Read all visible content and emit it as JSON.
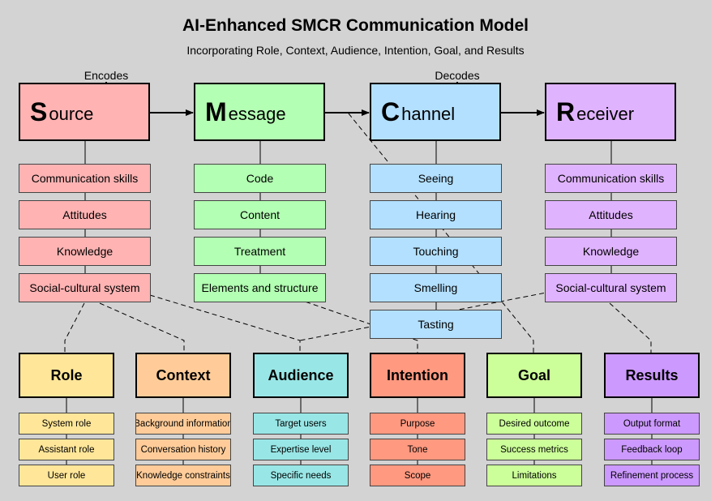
{
  "title": "AI-Enhanced SMCR Communication Model",
  "subtitle": "Incorporating Role, Context, Audience, Intention, Goal, and Results",
  "labels": {
    "encodes": "Encodes",
    "decodes": "Decodes"
  },
  "smcr": [
    {
      "initial": "S",
      "rest": "ource",
      "color": "#ffb3b3",
      "items": [
        "Communication skills",
        "Attitudes",
        "Knowledge",
        "Social-cultural system"
      ]
    },
    {
      "initial": "M",
      "rest": "essage",
      "color": "#b3ffb3",
      "items": [
        "Code",
        "Content",
        "Treatment",
        "Elements and structure"
      ]
    },
    {
      "initial": "C",
      "rest": "hannel",
      "color": "#b3e0ff",
      "items": [
        "Seeing",
        "Hearing",
        "Touching",
        "Smelling",
        "Tasting"
      ]
    },
    {
      "initial": "R",
      "rest": "eceiver",
      "color": "#e0b3ff",
      "items": [
        "Communication skills",
        "Attitudes",
        "Knowledge",
        "Social-cultural system"
      ]
    }
  ],
  "categories": [
    {
      "name": "Role",
      "color": "#ffe699",
      "items": [
        "System role",
        "Assistant role",
        "User role"
      ]
    },
    {
      "name": "Context",
      "color": "#ffcc99",
      "items": [
        "Background information",
        "Conversation history",
        "Knowledge constraints"
      ]
    },
    {
      "name": "Audience",
      "color": "#99e6e6",
      "items": [
        "Target users",
        "Expertise level",
        "Specific needs"
      ]
    },
    {
      "name": "Intention",
      "color": "#ff9980",
      "items": [
        "Purpose",
        "Tone",
        "Scope"
      ]
    },
    {
      "name": "Goal",
      "color": "#ccff99",
      "items": [
        "Desired outcome",
        "Success metrics",
        "Limitations"
      ]
    },
    {
      "name": "Results",
      "color": "#cc99ff",
      "items": [
        "Output format",
        "Feedback loop",
        "Refinement process"
      ]
    }
  ]
}
